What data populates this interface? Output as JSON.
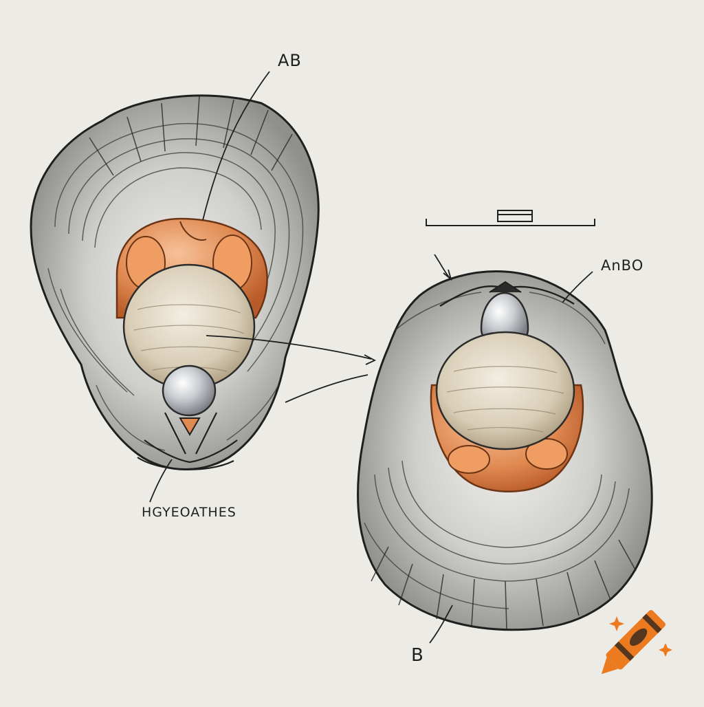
{
  "labels": {
    "top_left": "AB",
    "right": "AnBO",
    "bottom_left": "HGYEOATHES",
    "bottom": "B"
  },
  "icons": [
    "crayon-icon",
    "sparkle-icon"
  ],
  "colors": {
    "paper": "#ecebe6",
    "ink": "#1f1f1f",
    "shell_gray": "#b9b9b6",
    "muscle_orange": "#e08a52",
    "core_beige": "#d8cdb6",
    "pearl": "#b8bcc0",
    "crayon": "#ec7a1e"
  }
}
